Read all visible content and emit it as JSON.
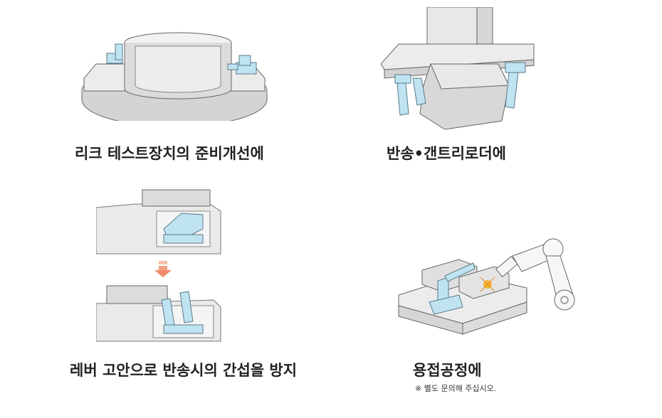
{
  "captions": {
    "leak_test": "리크 테스트장치의 준비개선에",
    "gantry": "반송•갠트리로더에",
    "lever": "레버 고안으로 반송시의 간섭을 방지",
    "welding": "용접공정에"
  },
  "note": "※ 별도 문의해 주십시오.",
  "colors": {
    "clamp": "#bfe3f0",
    "clamp_edge": "#5a7a88",
    "body": "#e6e6e6",
    "body_dark": "#cfcfcf",
    "edge": "#666666",
    "arrow": "#f08a6a"
  }
}
